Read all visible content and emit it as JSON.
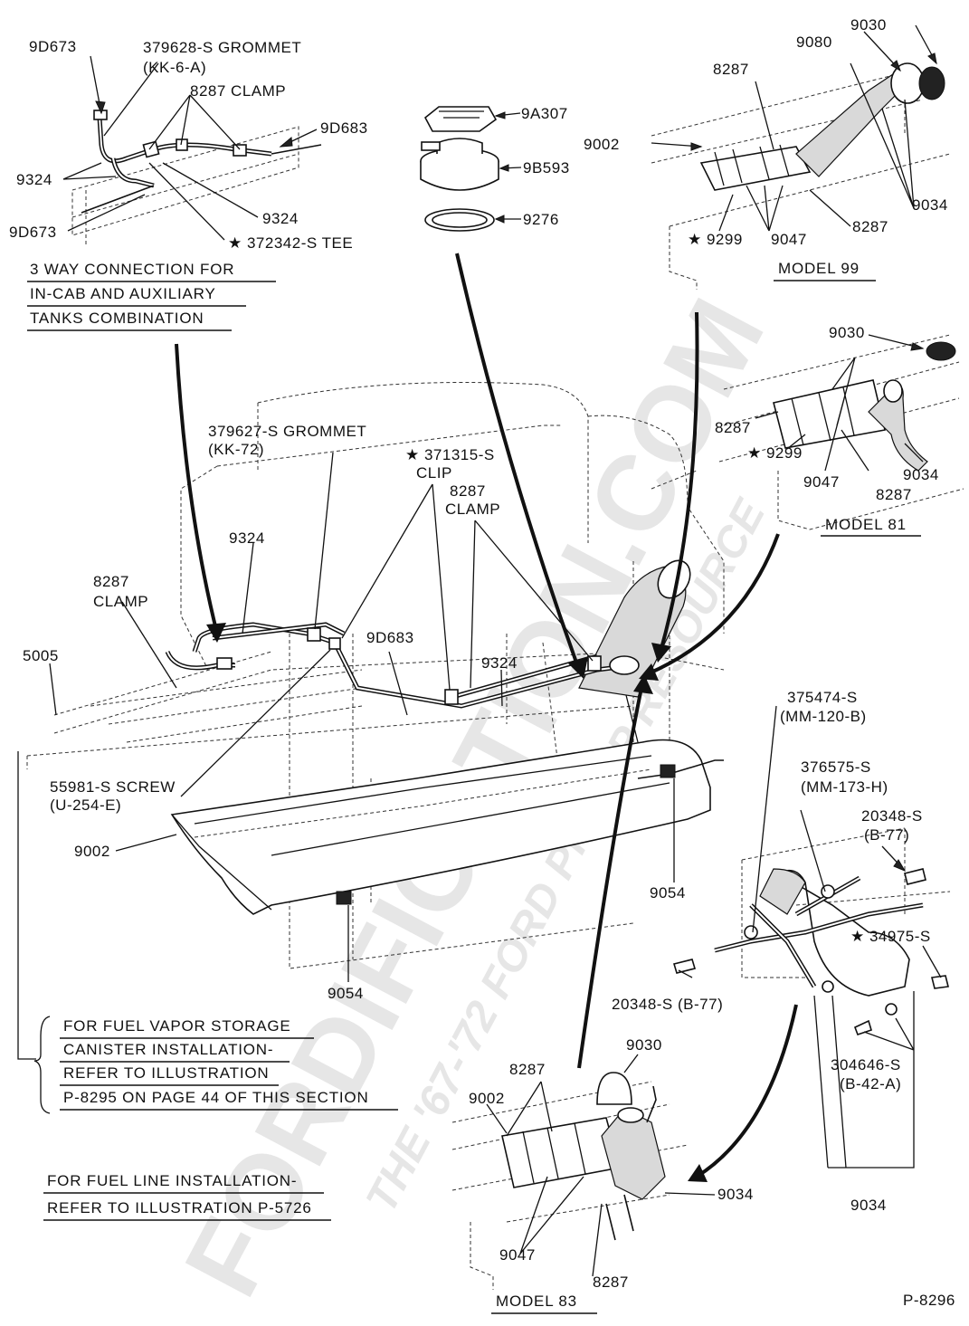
{
  "diagram": {
    "figure_id": "P-8296",
    "watermark": {
      "site": "FORDIFICATION.COM",
      "tagline": "THE '67-'72 FORD PICKUP RESOURCE"
    },
    "labels": {
      "tl_9d673_top": "9D673",
      "tl_grommet": "379628-S GROMMET",
      "tl_grommet_code": "(KK-6-A)",
      "tl_clamp": "8287 CLAMP",
      "tl_9d683": "9D683",
      "tl_9324_left": "9324",
      "tl_9d673_bottom": "9D673",
      "tl_9324_right": "9324",
      "tl_tee": "★ 372342-S TEE",
      "c_9a307": "9A307",
      "c_9b593": "9B593",
      "c_9276": "9276",
      "m99_9030": "9030",
      "m99_9080": "9080",
      "m99_8287_top": "8287",
      "m99_9002": "9002",
      "m99_9034": "9034",
      "m99_9299": "★ 9299",
      "m99_9047": "9047",
      "m99_8287_bottom": "8287",
      "m99_title": "MODEL 99",
      "m81_9030": "9030",
      "m81_8287_left": "8287",
      "m81_9299": "★ 9299",
      "m81_9047": "9047",
      "m81_9034": "9034",
      "m81_8287_bottom": "8287",
      "m81_title": "MODEL 81",
      "mid_grommet": "379627-S GROMMET",
      "mid_grommet_code": "(KK-72)",
      "mid_clip": "★ 371315-S",
      "mid_clip_word": "CLIP",
      "mid_clamp_num": "8287",
      "mid_clamp_word": "CLAMP",
      "mid_9324_a": "9324",
      "mid_clamp_left_num": "8287",
      "mid_clamp_left_word": "CLAMP",
      "mid_9d683": "9D683",
      "mid_9324_b": "9324",
      "mid_5005": "5005",
      "mid_screw": "55981-S SCREW",
      "mid_screw_code": "(U-254-E)",
      "mid_9002": "9002",
      "mid_9054_right": "9054",
      "mid_9054_bottom": "9054",
      "br_375474": "375474-S",
      "br_375474_code": "(MM-120-B)",
      "br_376575": "376575-S",
      "br_376575_code": "(MM-173-H)",
      "br_20348_top": "20348-S",
      "br_20348_top_code": "(B-77)",
      "br_34975": "★ 34975-S",
      "br_20348_mid": "20348-S (B-77)",
      "br_304646": "304646-S",
      "br_304646_code": "(B-42-A)",
      "br_9034": "9034",
      "m83_8287_top": "8287",
      "m83_9030": "9030",
      "m83_9002": "9002",
      "m83_9034": "9034",
      "m83_9047": "9047",
      "m83_8287_bottom": "8287",
      "m83_title": "MODEL 83"
    },
    "notes": {
      "three_way": [
        "3 WAY CONNECTION FOR",
        "IN-CAB AND AUXILIARY",
        "TANKS COMBINATION"
      ],
      "vapor": [
        "FOR FUEL VAPOR STORAGE",
        "CANISTER INSTALLATION-",
        "REFER TO ILLUSTRATION",
        "P-8295 ON PAGE 44 OF THIS SECTION"
      ],
      "fuel_line": [
        "FOR FUEL LINE INSTALLATION-",
        "REFER TO ILLUSTRATION P-5726"
      ]
    }
  }
}
